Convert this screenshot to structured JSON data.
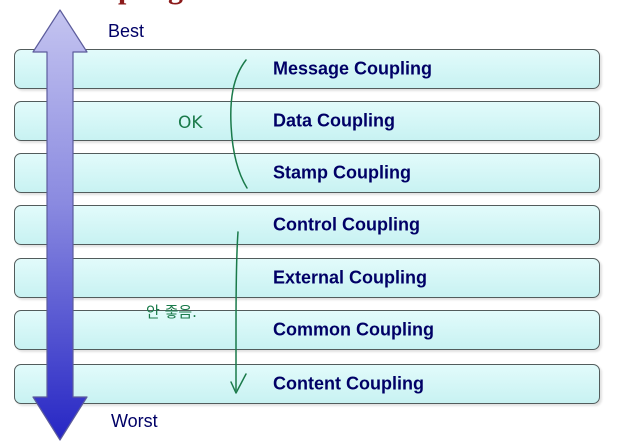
{
  "title_fragment": "pling",
  "scale": {
    "top_label": "Best",
    "bottom_label": "Worst"
  },
  "levels": [
    {
      "label": "Message Coupling"
    },
    {
      "label": "Data Coupling"
    },
    {
      "label": "Stamp Coupling"
    },
    {
      "label": "Control Coupling"
    },
    {
      "label": "External Coupling"
    },
    {
      "label": "Common Coupling"
    },
    {
      "label": "Content Coupling"
    }
  ],
  "annotations": {
    "good_note": "OK",
    "bad_note": "안 좋음."
  },
  "colors": {
    "arrow_top": "#b8b8ee",
    "arrow_bottom": "#2e2ec8",
    "box_fill": "#cdf5f5",
    "label_text": "#000066",
    "handwriting": "#1a7a4a",
    "title": "#8b1a1a"
  }
}
